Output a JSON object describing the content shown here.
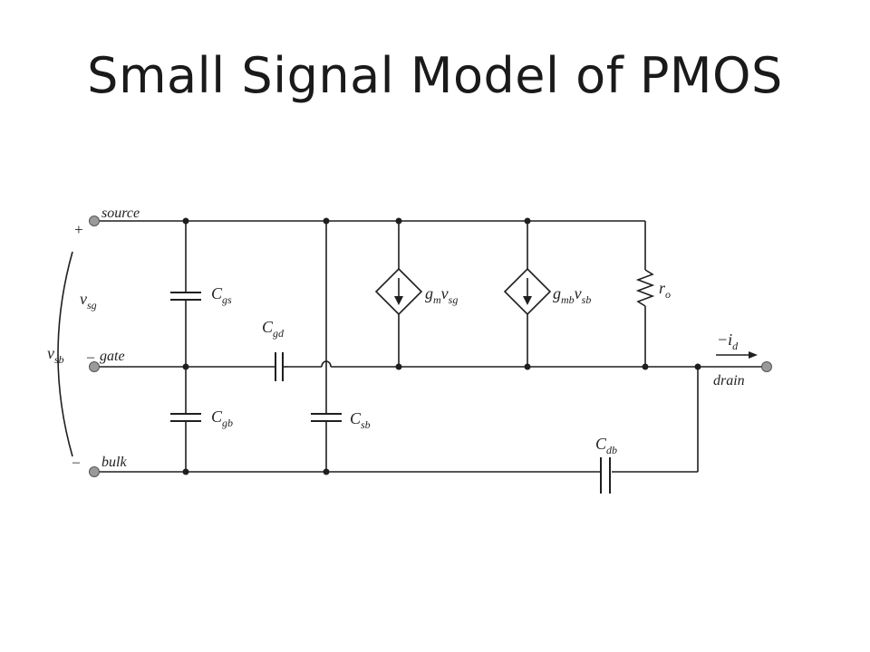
{
  "title": "Small Signal Model of PMOS",
  "circuit": {
    "nodes": {
      "source": "source",
      "gate": "gate",
      "bulk": "bulk",
      "drain": "drain"
    },
    "signs": {
      "plus": "+",
      "minus_gate": "–",
      "minus_bulk": "–"
    },
    "voltages": {
      "vsg": [
        "v",
        "sg"
      ],
      "vsb": [
        "v",
        "sb"
      ]
    },
    "capacitors": {
      "cgs": [
        "C",
        "gs"
      ],
      "cgd": [
        "C",
        "gd"
      ],
      "cgb": [
        "C",
        "gb"
      ],
      "csb": [
        "C",
        "sb"
      ],
      "cdb": [
        "C",
        "db"
      ]
    },
    "sources": {
      "gm": {
        "g": "g",
        "gsub": "m",
        "v": "v",
        "vsub": "sg"
      },
      "gmb": {
        "g": "g",
        "gsub": "mb",
        "v": "v",
        "vsub": "sb"
      }
    },
    "ro": [
      "r",
      "o"
    ],
    "current": {
      "prefix": "−i",
      "sub": "d"
    }
  }
}
